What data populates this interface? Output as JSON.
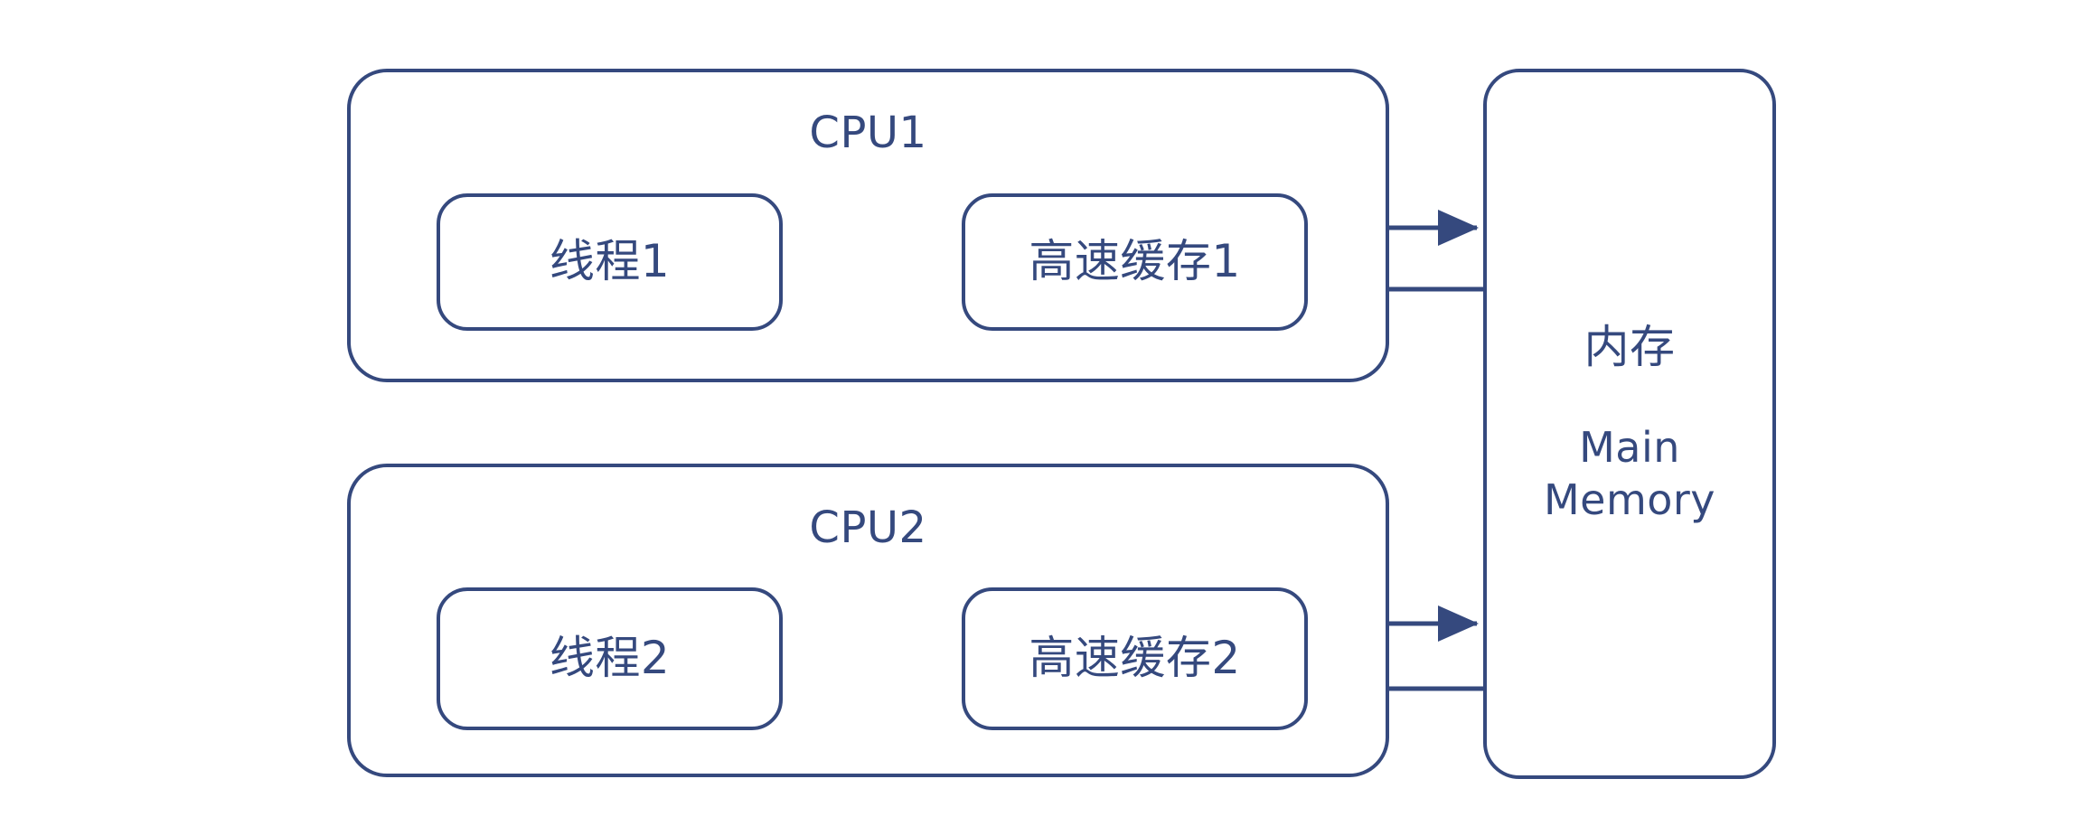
{
  "theme": {
    "stroke": "#35497e",
    "background": "#ffffff",
    "text": "#35497e"
  },
  "diagram": {
    "type": "block-diagram",
    "title_visible": false,
    "cpus": [
      {
        "id": "cpu1",
        "title": "CPU1",
        "thread_label": "线程1",
        "cache_label": "高速缓存1"
      },
      {
        "id": "cpu2",
        "title": "CPU2",
        "thread_label": "线程2",
        "cache_label": "高速缓存2"
      }
    ],
    "memory": {
      "label_cn": "内存",
      "label_en_line1": "Main",
      "label_en_line2": "Memory"
    },
    "connections": [
      {
        "from": "线程1",
        "to": "高速缓存1",
        "direction": "right"
      },
      {
        "from": "高速缓存1",
        "to": "线程1",
        "direction": "left"
      },
      {
        "from": "高速缓存1",
        "to": "内存",
        "direction": "right"
      },
      {
        "from": "内存",
        "to": "高速缓存1",
        "direction": "left"
      },
      {
        "from": "线程2",
        "to": "高速缓存2",
        "direction": "right"
      },
      {
        "from": "高速缓存2",
        "to": "线程2",
        "direction": "left"
      },
      {
        "from": "高速缓存2",
        "to": "内存",
        "direction": "right"
      },
      {
        "from": "内存",
        "to": "高速缓存2",
        "direction": "left"
      }
    ]
  }
}
